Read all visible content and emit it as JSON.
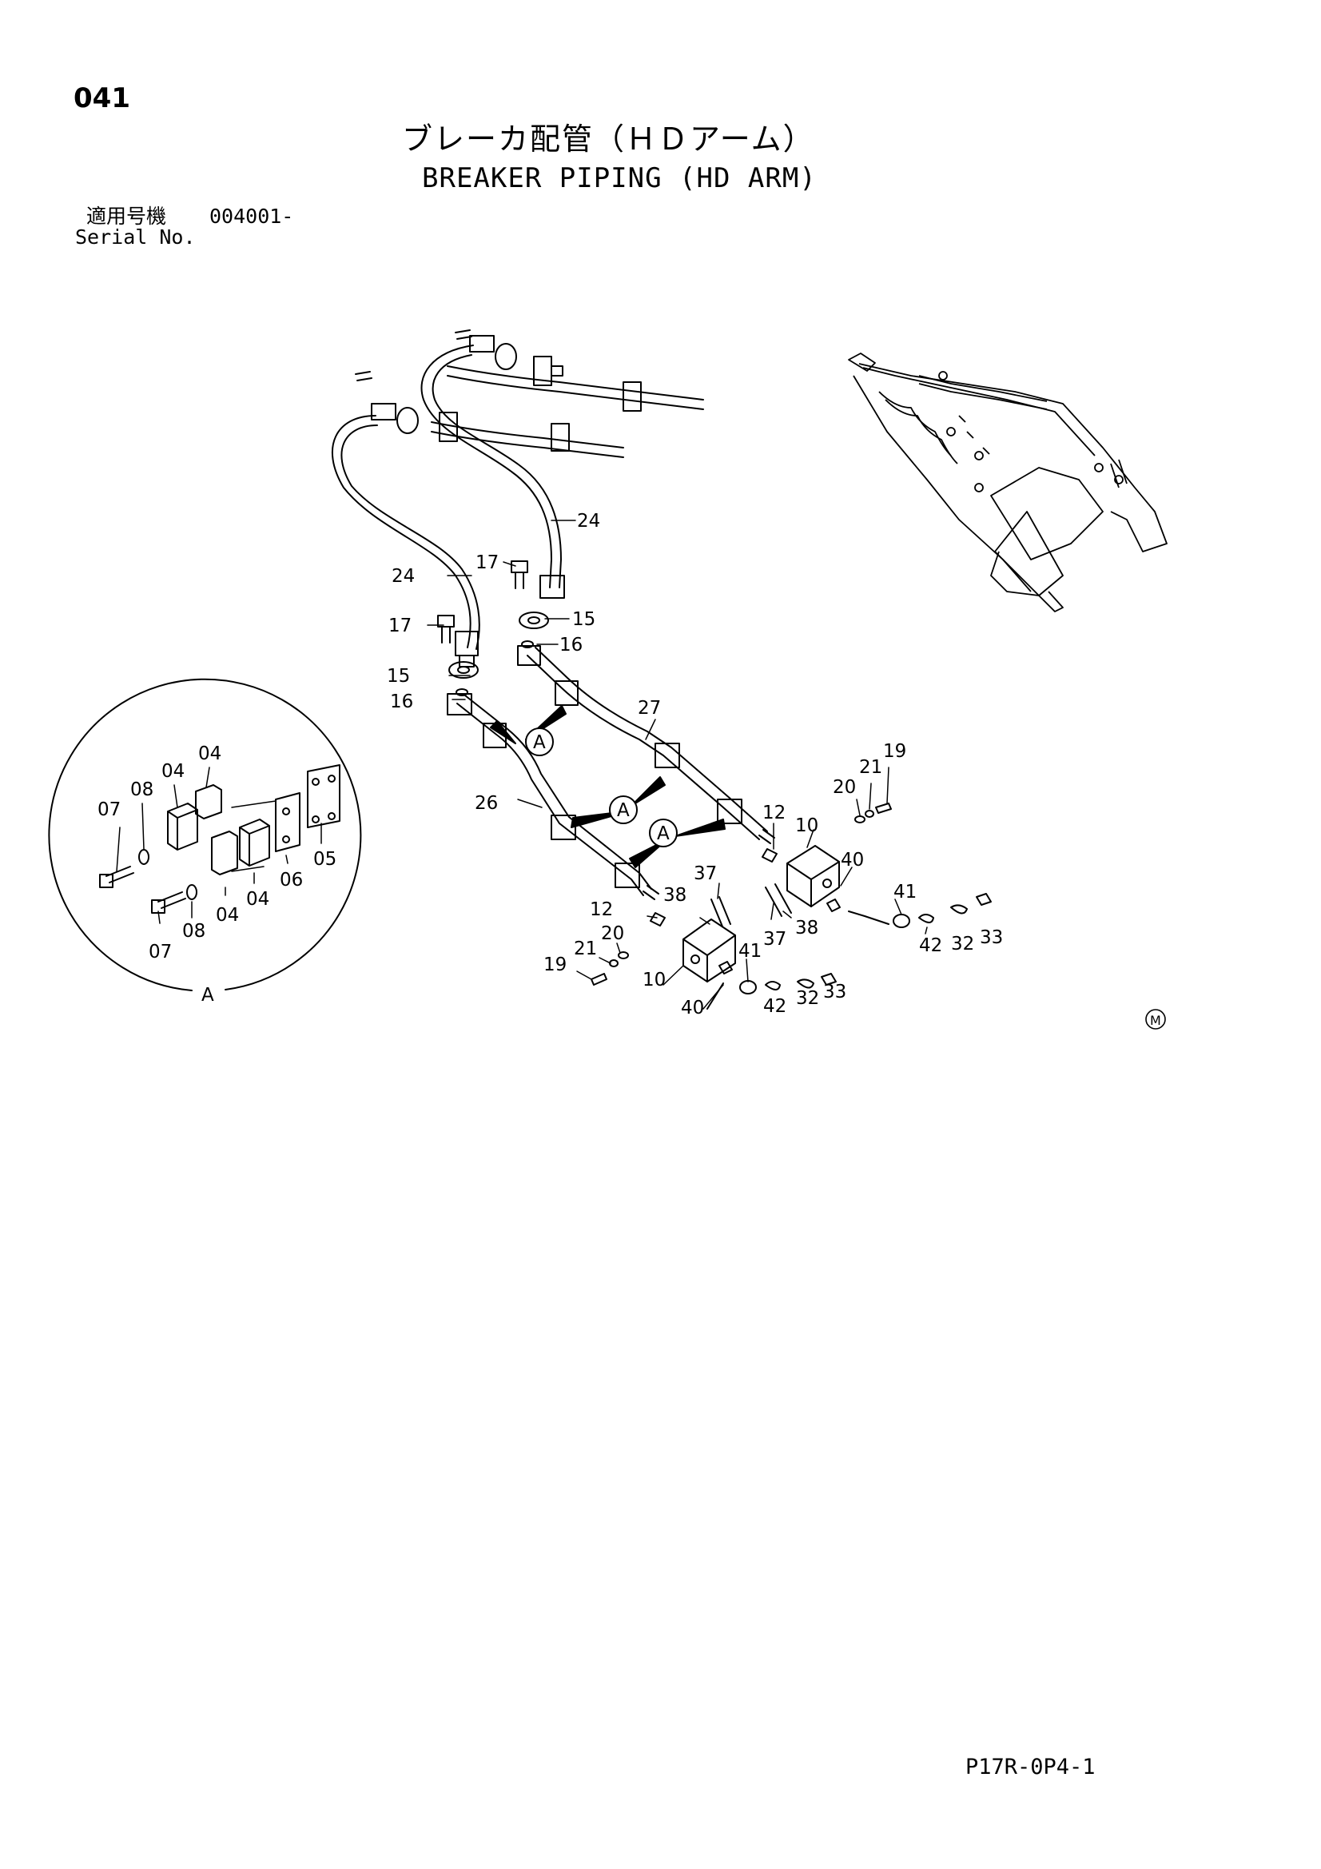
{
  "header": {
    "page_number": "041",
    "title_jp": "ブレーカ配管（ＨＤアーム）",
    "title_en": "BREAKER PIPING (HD ARM)",
    "serial_label_jp": "適用号機",
    "serial_value": "004001-",
    "serial_label_en": "Serial No."
  },
  "diagram": {
    "part_labels": {
      "l24a": "24",
      "l24b": "24",
      "l17a": "17",
      "l17b": "17",
      "l15a": "15",
      "l15b": "15",
      "l16a": "16",
      "l16b": "16",
      "l27": "27",
      "l26": "26",
      "l19a": "19",
      "l21a": "21",
      "l20a": "20",
      "l12a": "12",
      "l10a": "10",
      "l40a": "40",
      "l41a": "41",
      "l42a": "42",
      "l32a": "32",
      "l33a": "33",
      "l37a": "37",
      "l38a": "38",
      "l37b": "37",
      "l38b": "38",
      "l12b": "12",
      "l20b": "20",
      "l21b": "21",
      "l19b": "19",
      "l10b": "10",
      "l40b": "40",
      "l41b": "41",
      "l42b": "42",
      "l32b": "32",
      "l33b": "33",
      "d04a": "04",
      "d04b": "04",
      "d08a": "08",
      "d07a": "07",
      "d05": "05",
      "d06": "06",
      "d04c": "04",
      "d04d": "04",
      "d08b": "08",
      "d07b": "07"
    },
    "detail_markers": {
      "m1": "A",
      "m2": "A",
      "m3": "A",
      "detail_label": "A"
    },
    "m_mark": "M"
  },
  "footer": {
    "figure_code": "P17R-0P4-1"
  }
}
